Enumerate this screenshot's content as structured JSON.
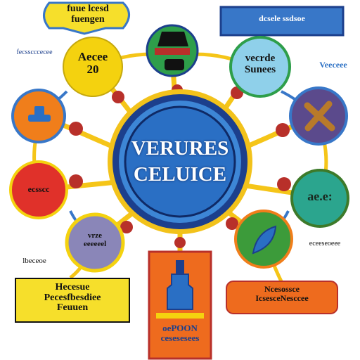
{
  "hub": {
    "line1": "VERURES",
    "line2": "CELUICE"
  },
  "nodes": {
    "top_left_banner": "fuue lcesd\nfuengen",
    "top_right_banner": "dcsele ssdsoe",
    "yellow_node": "Aecee\n20",
    "green_node": "",
    "lightblue_node": "vecrde\nSunees",
    "orange_node": "",
    "purple_node": "",
    "red_node": "ecsscc",
    "teal_node": "ae.e:",
    "lavender_node": "vrze\neeeeeel",
    "darkgreen_node": "",
    "bottom_left_box": "Hecesue\nPecesfbesdiee\nFeuuen",
    "bottom_right_box": "Ncesossce\nIcsesceNesccee",
    "bottom_center_box": "oePOON\ncesesesees"
  },
  "side_labels": {
    "left_upper": "fecsscccecee",
    "left_lower": "lbeceoe",
    "right_upper": "Veeceee",
    "right_lower": "eceeseoeee"
  },
  "colors": {
    "hub_fill": "#2a6fc4",
    "hub_ring": "#1c3f8c",
    "hub_outer": "#f2c21b",
    "spoke": "#f5c518",
    "connector_dot": "#b8302a",
    "yellow": "#f4d20f",
    "green": "#2e9e4a",
    "light_blue": "#8fd0ea",
    "orange": "#f07e1b",
    "purple": "#5b4a8c",
    "red": "#e0312a",
    "teal": "#2ba58e",
    "lavender": "#8a86b8",
    "dark_green": "#3c9b3a",
    "banner_yellow": "#f6df2b",
    "banner_blue": "#3877c8",
    "box_orange": "#ee6b1e"
  }
}
